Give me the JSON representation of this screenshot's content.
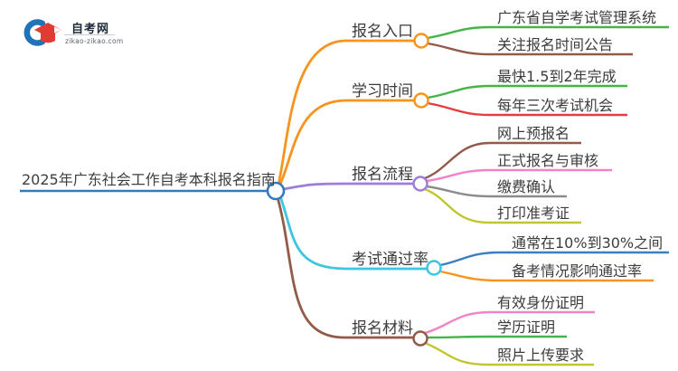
{
  "logo": {
    "title": "自考网",
    "domain": "zikao-zikao.com",
    "cap_color": "#e23b33",
    "swoosh_color": "#2173b9"
  },
  "central": {
    "title": "2025年广东社会工作自考本科报名指南",
    "color": "#3379be"
  },
  "branches": [
    {
      "label": "报名入口",
      "color": "#f7941e",
      "children": [
        {
          "label": "广东省自学考试管理系统",
          "color": "#45b549"
        },
        {
          "label": "关注报名时间公告",
          "color": "#925b49"
        }
      ]
    },
    {
      "label": "学习时间",
      "color": "#f7941e",
      "children": [
        {
          "label": "最快1.5到2年完成",
          "color": "#45b549"
        },
        {
          "label": "每年三次考试机会",
          "color": "#e83c3c"
        }
      ]
    },
    {
      "label": "报名流程",
      "color": "#9c7ed6",
      "children": [
        {
          "label": "网上预报名",
          "color": "#925b49"
        },
        {
          "label": "正式报名与审核",
          "color": "#f283c9"
        },
        {
          "label": "缴费确认",
          "color": "#8c8c8c"
        },
        {
          "label": "打印准考证",
          "color": "#c0c62e"
        }
      ]
    },
    {
      "label": "考试通过率",
      "color": "#3ec6e0",
      "children": [
        {
          "label": "通常在10%到30%之间",
          "color": "#3d7ebf"
        },
        {
          "label": "备考情况影响通过率",
          "color": "#f7941e"
        }
      ]
    },
    {
      "label": "报名材料",
      "color": "#925b49",
      "children": [
        {
          "label": "有效身份证明",
          "color": "#f283c9"
        },
        {
          "label": "学历证明",
          "color": "#45b549"
        },
        {
          "label": "照片上传要求",
          "color": "#c0c62e"
        }
      ]
    }
  ]
}
